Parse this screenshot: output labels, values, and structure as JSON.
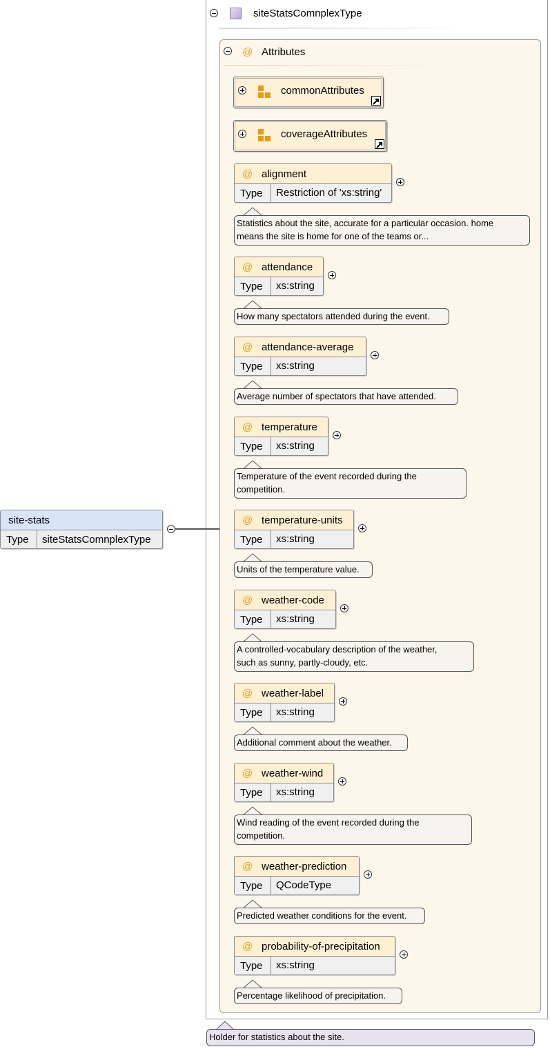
{
  "root_element": {
    "name": "site-stats",
    "type_label": "Type",
    "type_value": "siteStatsComnplexType"
  },
  "complex_type": {
    "name": "siteStatsComnplexType",
    "documentation": "Holder for statistics about the site."
  },
  "attributes_section": {
    "label": "Attributes",
    "at_symbol": "@"
  },
  "attribute_groups": [
    {
      "name": "commonAttributes"
    },
    {
      "name": "coverageAttributes"
    }
  ],
  "attributes": [
    {
      "name": "alignment",
      "type_label": "Type",
      "type_value": "Restriction of 'xs:string'",
      "doc": [
        "Statistics about the site, accurate for a particular occasion. home",
        "means the site is home for one of the teams or..."
      ]
    },
    {
      "name": "attendance",
      "type_label": "Type",
      "type_value": "xs:string",
      "doc": [
        "How many spectators attended during the event."
      ]
    },
    {
      "name": "attendance-average",
      "type_label": "Type",
      "type_value": "xs:string",
      "doc": [
        "Average number of spectators that have attended."
      ]
    },
    {
      "name": "temperature",
      "type_label": "Type",
      "type_value": "xs:string",
      "doc": [
        "Temperature of the event recorded during the",
        "competition."
      ]
    },
    {
      "name": "temperature-units",
      "type_label": "Type",
      "type_value": "xs:string",
      "doc": [
        "Units of the temperature value."
      ]
    },
    {
      "name": "weather-code",
      "type_label": "Type",
      "type_value": "xs:string",
      "doc": [
        "A controlled-vocabulary description of the weather,",
        "such as sunny, partly-cloudy, etc."
      ]
    },
    {
      "name": "weather-label",
      "type_label": "Type",
      "type_value": "xs:string",
      "doc": [
        "Additional comment about the weather."
      ]
    },
    {
      "name": "weather-wind",
      "type_label": "Type",
      "type_value": "xs:string",
      "doc": [
        "Wind reading of the event recorded during the",
        "competition."
      ]
    },
    {
      "name": "weather-prediction",
      "type_label": "Type",
      "type_value": "QCodeType",
      "doc": [
        "Predicted weather conditions for the event."
      ]
    },
    {
      "name": "probability-of-precipitation",
      "type_label": "Type",
      "type_value": "xs:string",
      "doc": [
        "Percentage likelihood of precipitation."
      ]
    }
  ]
}
